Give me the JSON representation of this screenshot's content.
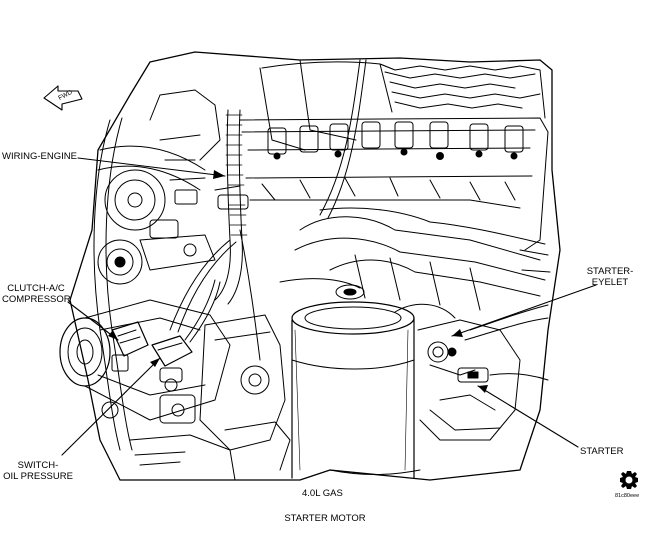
{
  "callouts": {
    "wiring_engine": "WIRING-ENGINE",
    "clutch_line1": "CLUTCH-A/C",
    "clutch_line2": "COMPRESSOR",
    "switch_line1": "SWITCH-",
    "switch_line2": "OIL PRESSURE",
    "starter_eyelet_line1": "STARTER-",
    "starter_eyelet_line2": "EYELET",
    "starter": "STARTER"
  },
  "forward_arrow": "FWD",
  "engine_label": "4.0L GAS",
  "caption": "STARTER MOTOR",
  "figure_code": "81c80eee",
  "icons": {
    "logo": "gear-icon",
    "direction": "forward-arrow-icon"
  },
  "colors": {
    "line": "#000000",
    "background": "#ffffff"
  }
}
